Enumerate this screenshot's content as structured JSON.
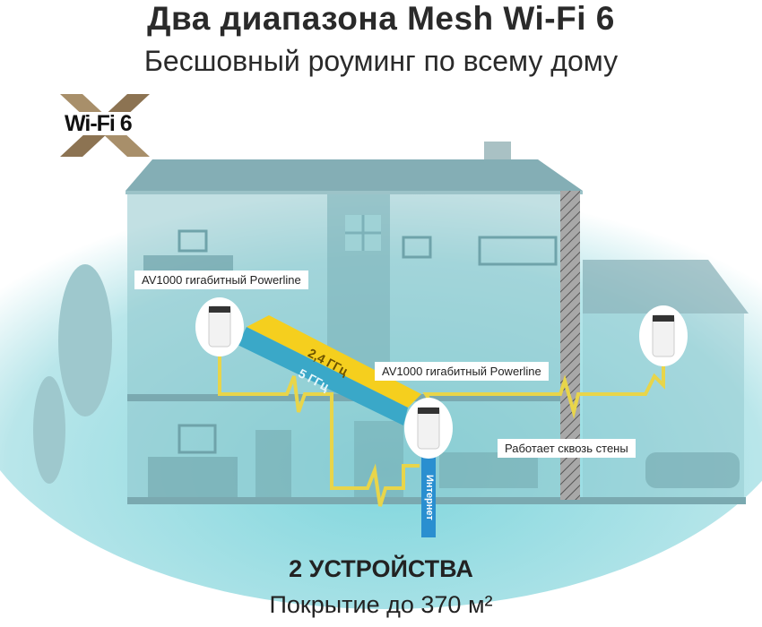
{
  "header": {
    "title": "Два диапазона Mesh Wi-Fi 6",
    "subtitle": "Бесшовный роуминг по всему дому"
  },
  "logo": {
    "text": "Wi-Fi 6"
  },
  "diagram": {
    "label_top_device": "AV1000 гигабитный Powerline",
    "label_center_device": "AV1000 гигабитный Powerline",
    "label_wall": "Работает сквозь стены",
    "band_24": "2,4 ГГц",
    "band_5": "5 ГГц",
    "internet": "Интернет",
    "colors": {
      "band_24": "#f5cf1e",
      "band_5": "#3aa8c8",
      "powerline": "#e8d54a",
      "internet": "#2a8fd0",
      "house": "#7fb7c0"
    }
  },
  "footer": {
    "devices": "2 УСТРОЙСТВА",
    "coverage": "Покрытие до 370 м²"
  }
}
